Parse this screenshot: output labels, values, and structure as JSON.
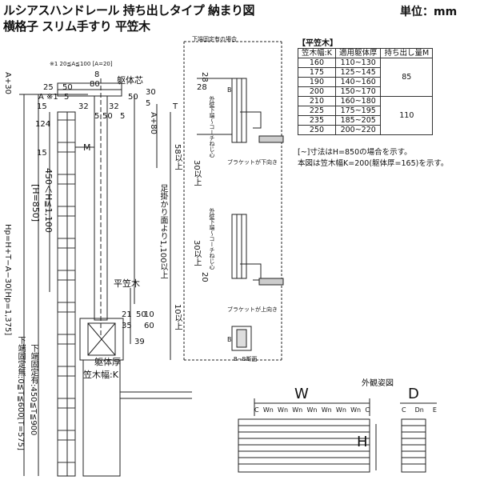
{
  "header": {
    "title_line1": "ルシアスハンドレール 持ち出しタイプ 納まり図",
    "title_line2": "横格子 スリム手すり 平笠木",
    "unit": "単位：mm"
  },
  "main_drawing": {
    "note_top": "※1 20≦A≦100 [A=20]",
    "dims_top": [
      "25",
      "50",
      "8",
      "80",
      "5",
      "32",
      "32",
      "5",
      "50",
      "5",
      "30",
      "5",
      "50",
      "15",
      "124",
      "15",
      "28"
    ],
    "label_kutai_shin": "躯体芯",
    "label_M": "M",
    "label_A": "A",
    "label_note1": "※1",
    "label_A30": "A+30",
    "label_A80": "A+80",
    "label_T": "T",
    "label_height": "450＜H≦1,100",
    "label_H850": "[H=850]",
    "label_hp": "Hp=H+T−A−30[Hp=1,375]",
    "label_ashigakari": "足掛かり面より1,100以上",
    "label_hirakasagi": "平笠木",
    "label_kutai_atsu": "躯体厚",
    "label_kasagi_haba": "笠木幅:K",
    "label_lower_fixed_none": "下端固定無:0≦T≦600[T=575]",
    "label_lower_fixed_yes": "下端固定有:450≦T≦900",
    "dims_lower": [
      "21",
      "35",
      "50",
      "60",
      "10",
      "39"
    ]
  },
  "side_detail": {
    "caption_top": "下端固定有の場合",
    "label_B": "B",
    "label_bracket_down": "ブラケットが下向き",
    "label_bracket_up": "ブラケットが上向き",
    "label_section": "B−B断面",
    "label_coaching": "外壁下端〜コーチねじ心",
    "dims": [
      "28",
      "58以上",
      "30以上",
      "30以上",
      "20",
      "10以上"
    ]
  },
  "spec_table": {
    "title": "【平笠木】",
    "headers": [
      "笠木幅:K",
      "適用躯体厚",
      "持ち出し量M"
    ],
    "rows": [
      [
        "160",
        "110~130"
      ],
      [
        "175",
        "125~145"
      ],
      [
        "190",
        "140~160"
      ],
      [
        "200",
        "150~170"
      ],
      [
        "210",
        "160~180"
      ],
      [
        "225",
        "175~195"
      ],
      [
        "235",
        "185~205"
      ],
      [
        "250",
        "200~220"
      ]
    ],
    "m_values": [
      "85",
      "110"
    ]
  },
  "notes": {
    "note1": "[~]寸法はH=850の場合を示す。",
    "note2": "本図は笠木幅K=200(躯体厚=165)を示す。"
  },
  "exterior": {
    "title": "外観姿図",
    "label_W": "W",
    "label_D": "D",
    "label_H": "H",
    "w_parts": [
      "C",
      "Wn",
      "Wn",
      "Wn",
      "Wn",
      "Wn",
      "Wn",
      "Wn",
      "C"
    ],
    "d_parts": [
      "C",
      "Dn",
      "E"
    ]
  }
}
